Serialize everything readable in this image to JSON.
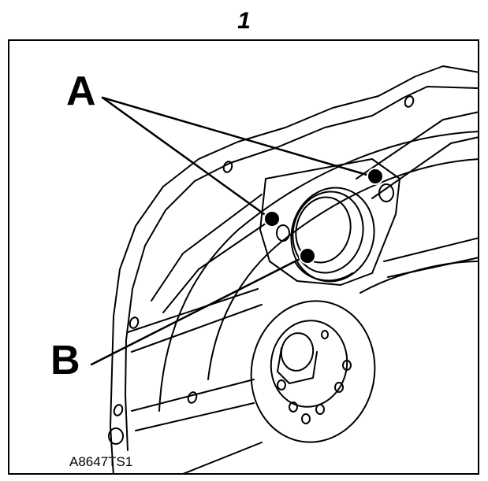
{
  "figure": {
    "number": "1",
    "reference_code": "A8647TS1"
  },
  "callouts": {
    "a": "A",
    "b": "B"
  }
}
